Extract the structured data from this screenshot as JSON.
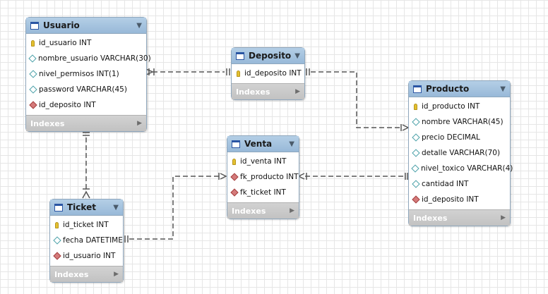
{
  "entities": {
    "usuario": {
      "title": "Usuario",
      "fields": [
        {
          "text": "id_usuario INT",
          "icon": "pk-key-icon"
        },
        {
          "text": "nombre_usuario VARCHAR(30)",
          "icon": "column-icon"
        },
        {
          "text": "nivel_permisos INT(1)",
          "icon": "column-icon"
        },
        {
          "text": "password VARCHAR(45)",
          "icon": "column-icon"
        },
        {
          "text": "id_deposito INT",
          "icon": "fk-icon"
        }
      ],
      "indexes": "Indexes"
    },
    "deposito": {
      "title": "Deposito",
      "fields": [
        {
          "text": "id_deposito INT",
          "icon": "pk-key-icon"
        }
      ],
      "indexes": "Indexes"
    },
    "producto": {
      "title": "Producto",
      "fields": [
        {
          "text": "id_producto INT",
          "icon": "pk-key-icon"
        },
        {
          "text": "nombre VARCHAR(45)",
          "icon": "column-icon"
        },
        {
          "text": "precio DECIMAL",
          "icon": "column-icon"
        },
        {
          "text": "detalle VARCHAR(70)",
          "icon": "column-icon"
        },
        {
          "text": "nivel_toxico VARCHAR(4)",
          "icon": "column-icon"
        },
        {
          "text": "cantidad INT",
          "icon": "column-icon"
        },
        {
          "text": "id_deposito INT",
          "icon": "fk-icon"
        }
      ],
      "indexes": "Indexes"
    },
    "venta": {
      "title": "Venta",
      "fields": [
        {
          "text": "id_venta INT",
          "icon": "pk-key-icon"
        },
        {
          "text": "fk_producto INT",
          "icon": "fk-icon"
        },
        {
          "text": "fk_ticket INT",
          "icon": "fk-icon"
        }
      ],
      "indexes": "Indexes"
    },
    "ticket": {
      "title": "Ticket",
      "fields": [
        {
          "text": "id_ticket INT",
          "icon": "pk-key-icon"
        },
        {
          "text": "fecha DATETIME",
          "icon": "column-icon"
        },
        {
          "text": "id_usuario INT",
          "icon": "fk-icon"
        }
      ],
      "indexes": "Indexes"
    }
  },
  "relationships": [
    {
      "from": "usuario",
      "to": "deposito"
    },
    {
      "from": "deposito",
      "to": "producto"
    },
    {
      "from": "usuario",
      "to": "ticket"
    },
    {
      "from": "ticket",
      "to": "venta"
    },
    {
      "from": "producto",
      "to": "venta"
    }
  ],
  "colors": {
    "header": "#98b9d8",
    "footer": "#c6c6c6",
    "line": "#555555"
  }
}
